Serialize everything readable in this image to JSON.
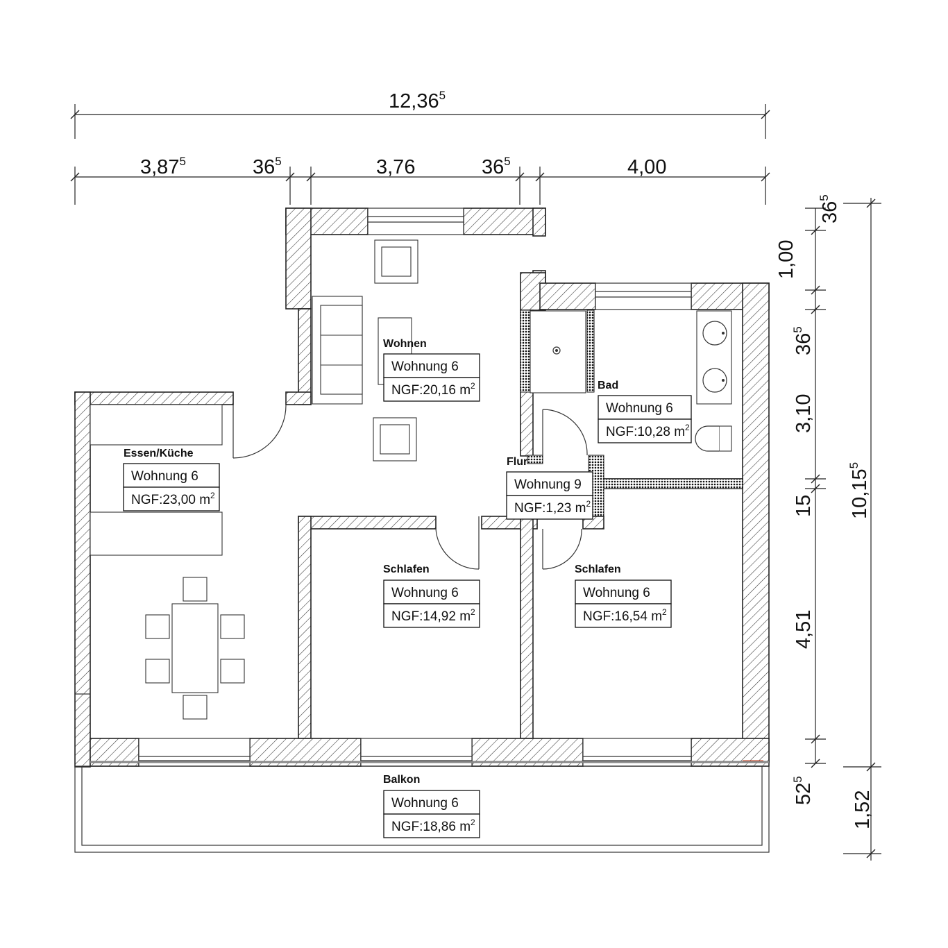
{
  "dimensions": {
    "total_width": {
      "main": "12,36",
      "sup": "5"
    },
    "segments": [
      {
        "main": "3,87",
        "sup": "5"
      },
      {
        "main": "36",
        "sup": "5"
      },
      {
        "main": "3,76",
        "sup": ""
      },
      {
        "main": "36",
        "sup": "5"
      },
      {
        "main": "4,00",
        "sup": ""
      }
    ],
    "right_inner": [
      {
        "main": "36",
        "sup": "5"
      },
      {
        "main": "1,00",
        "sup": ""
      },
      {
        "main": "36",
        "sup": "5"
      },
      {
        "main": "3,10",
        "sup": ""
      },
      {
        "main": "15",
        "sup": ""
      },
      {
        "main": "4,51",
        "sup": ""
      },
      {
        "main": "52",
        "sup": "5"
      }
    ],
    "right_outer": [
      {
        "main": "10,15",
        "sup": "5"
      },
      {
        "main": "1,52",
        "sup": ""
      }
    ]
  },
  "rooms": [
    {
      "name": "Wohnen",
      "unit": "Wohnung 6",
      "area": "NGF:20,16 m",
      "area_sup": "2"
    },
    {
      "name": "Bad",
      "unit": "Wohnung 6",
      "area": "NGF:10,28 m",
      "area_sup": "2"
    },
    {
      "name": "Essen/Küche",
      "unit": "Wohnung 6",
      "area": "NGF:23,00 m",
      "area_sup": "2"
    },
    {
      "name": "Flur",
      "unit": "Wohnung 9",
      "area": "NGF:1,23 m",
      "area_sup": "2"
    },
    {
      "name": "Schlafen",
      "unit": "Wohnung 6",
      "area": "NGF:14,92 m",
      "area_sup": "2"
    },
    {
      "name": "Schlafen",
      "unit": "Wohnung 6",
      "area": "NGF:16,54 m",
      "area_sup": "2"
    },
    {
      "name": "Balkon",
      "unit": "Wohnung 6",
      "area": "NGF:18,86 m",
      "area_sup": "2"
    }
  ]
}
